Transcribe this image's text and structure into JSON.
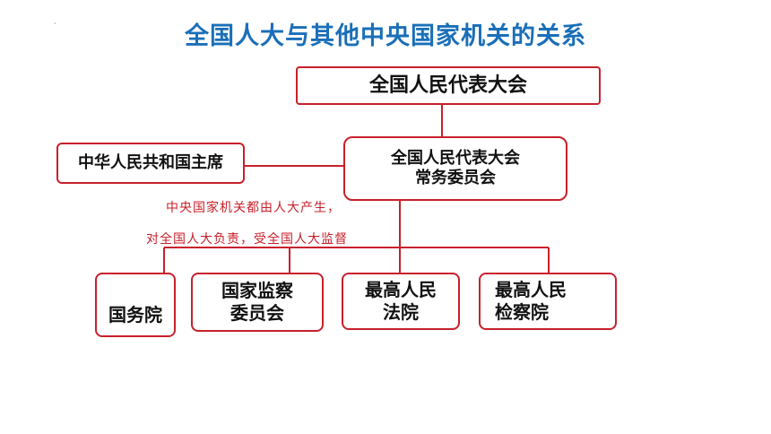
{
  "title": "全国人大与其他中央国家机关的关系",
  "nodes": {
    "npc": "全国人民代表大会",
    "npc_standing_committee": [
      "全国人民代表大会",
      "常务委员会"
    ],
    "president": "中华人民共和国主席",
    "state_council": "国务院",
    "supervisory_commission": [
      "国家监察",
      "委员会"
    ],
    "supreme_court": [
      "最高人民",
      "法院"
    ],
    "supreme_procuratorate": [
      "最高人民",
      "检察院"
    ]
  },
  "notes": {
    "line1": "中央国家机关都由人大产生，",
    "line2": "对全国人大负责，受全国人大监督"
  },
  "colors": {
    "title": "#1a6fb8",
    "border": "#c8202b",
    "note": "#c8202b"
  }
}
